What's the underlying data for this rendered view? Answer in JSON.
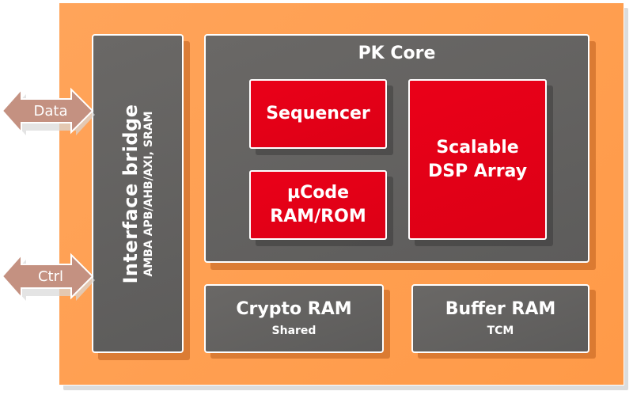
{
  "colors": {
    "frame": "#ff9f4f",
    "block_gray": "#636160",
    "block_red": "#e4001a",
    "arrow": "#c49181",
    "text": "#ffffff"
  },
  "arrows": [
    {
      "label": "Data",
      "direction": "bidirectional"
    },
    {
      "label": "Ctrl",
      "direction": "bidirectional"
    }
  ],
  "interface_bridge": {
    "title": "Interface bridge",
    "subtitle": "AMBA APB/AHB/AXI, SRAM"
  },
  "pk_core": {
    "title": "PK Core",
    "blocks": {
      "sequencer": {
        "lines": [
          "Sequencer"
        ]
      },
      "ucode": {
        "lines": [
          "µCode",
          "RAM/ROM"
        ]
      },
      "dsp": {
        "lines": [
          "Scalable",
          "DSP Array"
        ]
      }
    }
  },
  "memories": {
    "crypto_ram": {
      "title": "Crypto RAM",
      "subtitle": "Shared"
    },
    "buffer_ram": {
      "title": "Buffer RAM",
      "subtitle": "TCM"
    }
  }
}
